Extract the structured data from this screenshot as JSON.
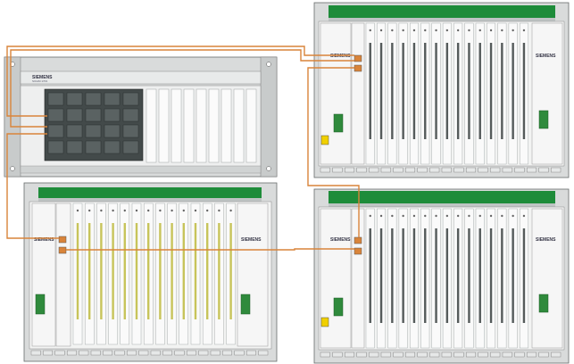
{
  "colors": {
    "cable": "#d9843a",
    "rack_frame": "#d3d6d6",
    "rack_outline": "#666b6b",
    "panel": "#f2f3f2",
    "backplane_green": "#1e8c3a",
    "module_dark": "#434a4a",
    "terminal_green": "#2f8a3c",
    "warning_yellow": "#f0d000",
    "card_yellow": "#c7c45a"
  },
  "top_left_rack": {
    "brand": "SIEMENS",
    "model_text": "SICAM 1703"
  },
  "bottom_left_rack": {
    "brand_left": "SIEMENS",
    "brand_right": "SIEMENS"
  },
  "top_right_rack": {
    "brand_left": "SIEMENS",
    "brand_right": "SIEMENS"
  },
  "bottom_right_rack": {
    "brand_left": "SIEMENS",
    "brand_right": "SIEMENS"
  }
}
